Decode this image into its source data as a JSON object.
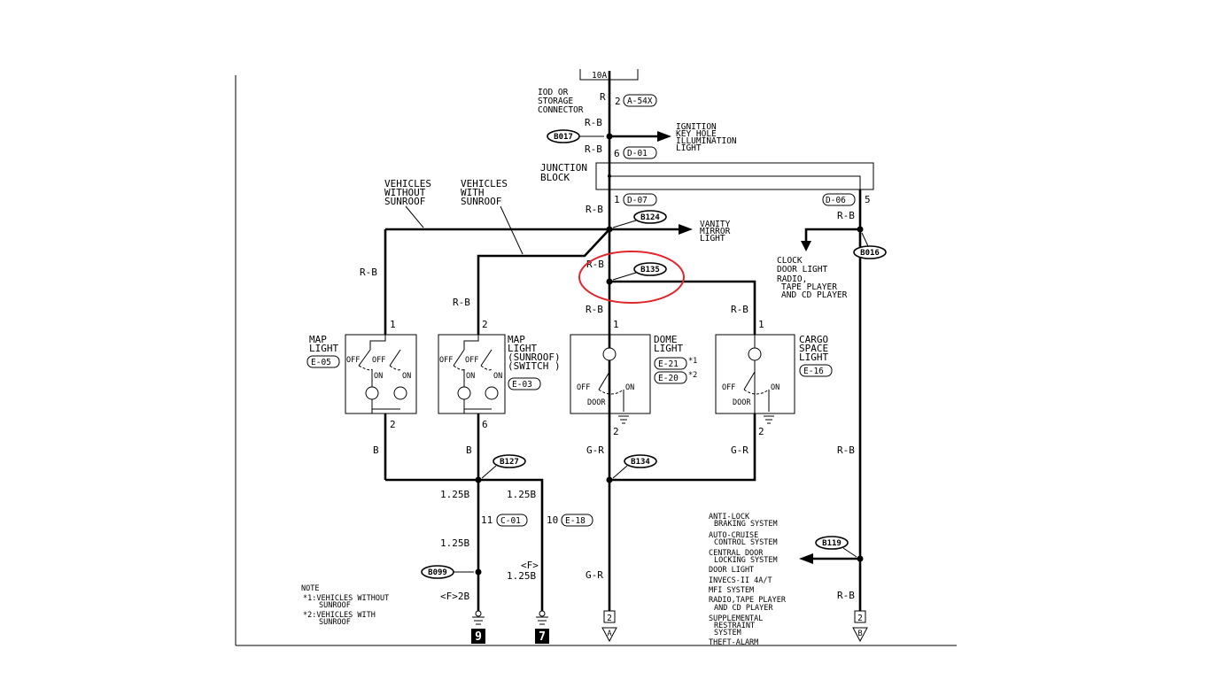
{
  "fuse": "10A",
  "top_connector": {
    "label": "IOD OR STORAGE CONNECTOR",
    "label_lines": [
      "IOD OR",
      "STORAGE",
      "CONNECTOR"
    ],
    "pin": "2",
    "code": "A-54X",
    "wire": "R"
  },
  "wires": {
    "rb": "R-B",
    "b": "B",
    "gr": "G-R",
    "b125": "1.25B",
    "f_marker": "<F>",
    "f2b": "<F>2B"
  },
  "splices": {
    "b017": "B017",
    "b124": "B124",
    "b135": "B135",
    "b016": "B016",
    "b127": "B127",
    "b134": "B134",
    "b099": "B099",
    "b119": "B119"
  },
  "ignition_light": [
    "IGNITION",
    "KEY HOLE",
    "ILLUMINATION",
    "LIGHT"
  ],
  "junction_block": {
    "label_lines": [
      "JUNCTION",
      "BLOCK"
    ],
    "in_pin": "6",
    "in_code": "D-01",
    "out_pin": "1",
    "out_code": "D-07",
    "right_pin": "5",
    "right_code": "D-06"
  },
  "vanity_mirror": [
    "VANITY",
    "MIRROR",
    "LIGHT"
  ],
  "without_sunroof": [
    "VEHICLES",
    "WITHOUT",
    "SUNROOF"
  ],
  "with_sunroof": [
    "VEHICLES",
    "WITH",
    "SUNROOF"
  ],
  "clock_list": [
    "CLOCK",
    "DOOR LIGHT",
    "RADIO,",
    "TAPE PLAYER",
    "AND CD PLAYER"
  ],
  "components": {
    "map_light": {
      "lines": [
        "MAP",
        "LIGHT"
      ],
      "code": "E-05",
      "pin_top": "1",
      "pin_bottom": "2"
    },
    "map_light_sunroof": {
      "lines": [
        "MAP",
        "LIGHT",
        "(SUNROOF)",
        "(SWITCH )"
      ],
      "code": "E-03",
      "pin_top": "2",
      "pin_bottom": "6"
    },
    "dome_light": {
      "lines": [
        "DOME",
        "LIGHT"
      ],
      "code1": "E-21",
      "note1": "*1",
      "code2": "E-20",
      "note2": "*2",
      "pin_top": "1",
      "pin_bottom": "2"
    },
    "cargo_light": {
      "lines": [
        "CARGO",
        "SPACE",
        "LIGHT"
      ],
      "code": "E-16",
      "pin_top": "1",
      "pin_bottom": "2"
    }
  },
  "switch_labels": {
    "off": "OFF",
    "on": "ON",
    "door": "DOOR"
  },
  "ground_connectors": {
    "c01_pin": "11",
    "c01_code": "C-01",
    "e18_pin": "10",
    "e18_code": "E-18"
  },
  "grounds": {
    "g9": "9",
    "g7": "7"
  },
  "continuations": {
    "a_pin": "2",
    "a_label": "A",
    "b_pin": "2",
    "b_label": "B"
  },
  "note": {
    "title": "NOTE",
    "n1": "*1:VEHICLES WITHOUT",
    "n1b": "SUNROOF",
    "n2": "*2:VEHICLES WITH",
    "n2b": "SUNROOF"
  },
  "system_list": [
    "ANTI-LOCK",
    "BRAKING SYSTEM",
    "AUTO-CRUISE",
    "CONTROL SYSTEM",
    "CENTRAL DOOR",
    "LOCKING SYSTEM",
    "DOOR LIGHT",
    "INVECS-II 4A/T",
    "MFI SYSTEM",
    "RADIO,TAPE PLAYER",
    "AND CD PLAYER",
    "SUPPLEMENTAL",
    "RESTRAINT",
    "SYSTEM",
    "THEFT-ALARM"
  ],
  "highlight_color": "#e0262b"
}
